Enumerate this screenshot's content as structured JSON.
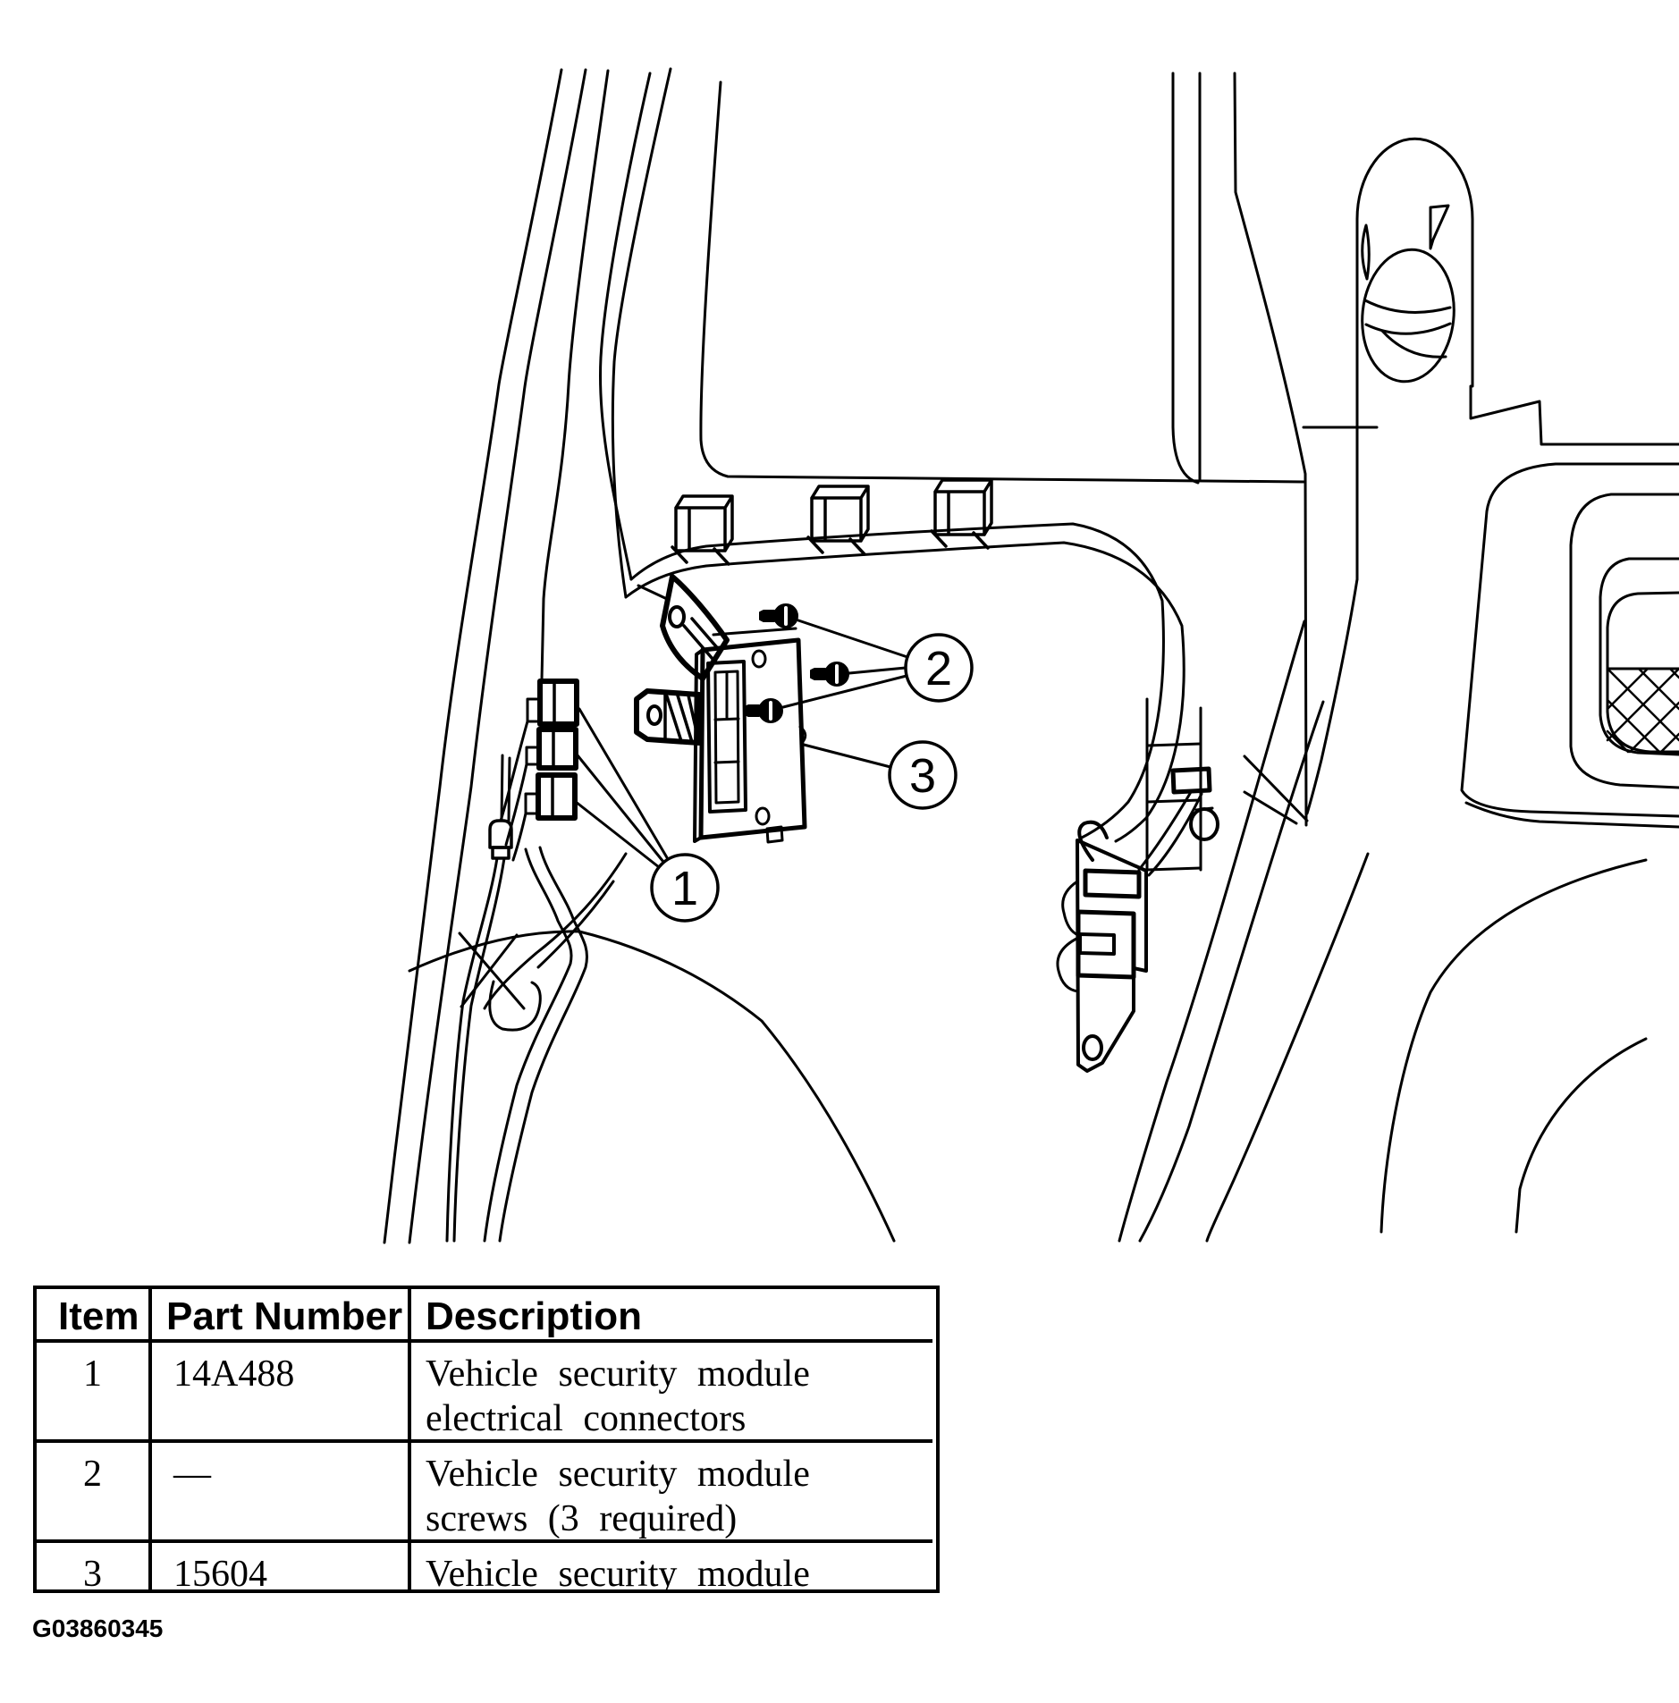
{
  "figure": {
    "id": "G03860345",
    "callouts": [
      {
        "label": "1"
      },
      {
        "label": "2"
      },
      {
        "label": "3"
      }
    ]
  },
  "table": {
    "headers": {
      "item": "Item",
      "part_number": "Part Number",
      "description": "Description"
    },
    "rows": [
      {
        "item": "1",
        "part_number": "14A488",
        "desc_line1": "Vehicle security module",
        "desc_line2": "electrical connectors"
      },
      {
        "item": "2",
        "part_number": "—",
        "desc_line1": "Vehicle security module",
        "desc_line2": "screws (3 required)"
      },
      {
        "item": "3",
        "part_number": "15604",
        "desc_line1": "Vehicle security module",
        "desc_line2": ""
      }
    ]
  },
  "colors": {
    "line": "#000000",
    "background": "#ffffff"
  }
}
